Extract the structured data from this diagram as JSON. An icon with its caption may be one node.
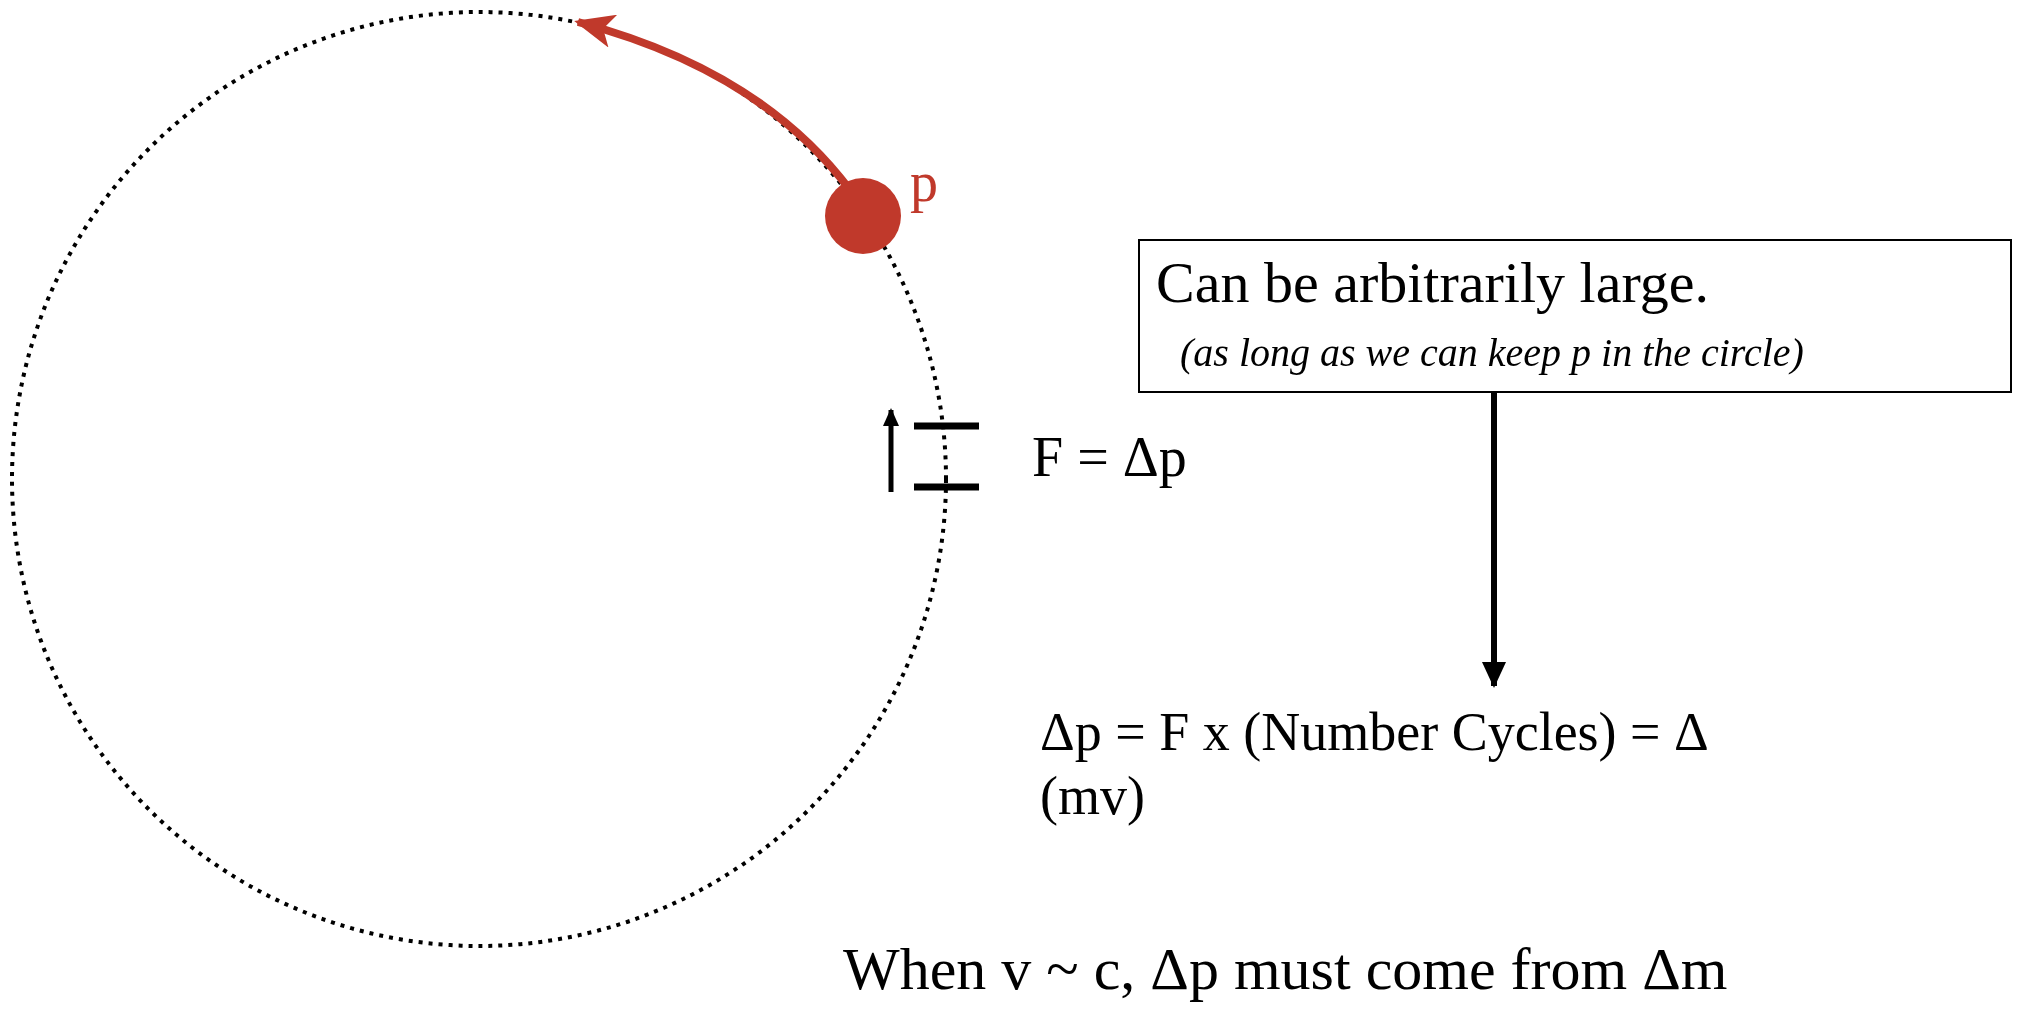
{
  "diagram": {
    "nodes": [
      {
        "text": [
          "Can be arbitrarily large.",
          "(as long as we can keep p in the circle)"
        ]
      },
      {
        "text": [
          "Δp = F x (Number Cycles) = Δ (mv)"
        ]
      }
    ],
    "edges": [
      {
        "from": 0,
        "to": 1,
        "arrow": "to"
      }
    ],
    "labels": [
      "p",
      "F = Δp",
      "When v ~ c,  Δp must come from Δm"
    ]
  }
}
